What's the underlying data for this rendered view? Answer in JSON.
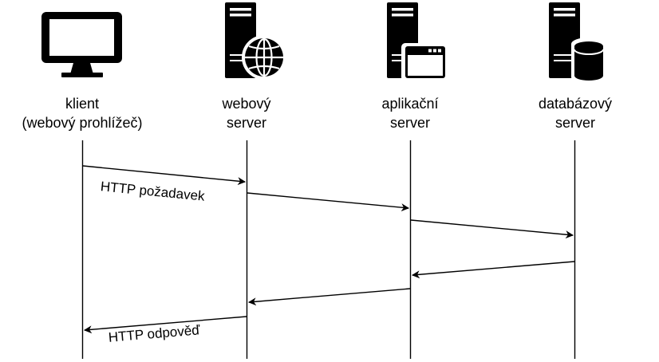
{
  "colors": {
    "ink": "#000000",
    "background": "#ffffff"
  },
  "participants": [
    {
      "id": "client",
      "icon": "monitor-icon",
      "line1": "klient",
      "line2": "(webový prohlížeč)"
    },
    {
      "id": "web-server",
      "icon": "web-server-icon",
      "line1": "webový",
      "line2": "server"
    },
    {
      "id": "app-server",
      "icon": "application-server-icon",
      "line1": "aplikační",
      "line2": "server"
    },
    {
      "id": "db-server",
      "icon": "database-server-icon",
      "line1": "databázový",
      "line2": "server"
    }
  ],
  "messages": [
    {
      "from": "client",
      "to": "web-server",
      "label": "HTTP požadavek"
    },
    {
      "from": "web-server",
      "to": "app-server",
      "label": ""
    },
    {
      "from": "app-server",
      "to": "db-server",
      "label": ""
    },
    {
      "from": "db-server",
      "to": "app-server",
      "label": ""
    },
    {
      "from": "app-server",
      "to": "web-server",
      "label": ""
    },
    {
      "from": "web-server",
      "to": "client",
      "label": "HTTP odpověď"
    }
  ]
}
